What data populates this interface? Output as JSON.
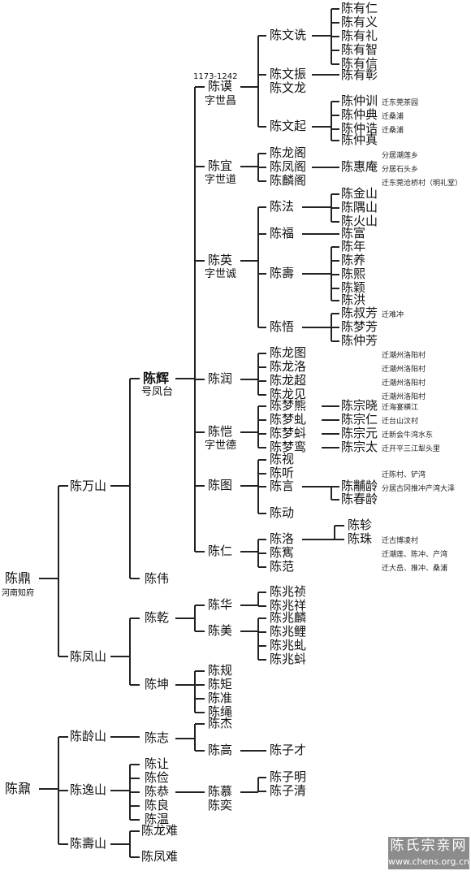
{
  "names": {
    "chen_ding": "陈鼎",
    "chen_ding_title": "河南知府",
    "chen_wanshan": "陈万山",
    "chen_fengshan": "陈凤山",
    "chen_hui": "陈辉",
    "chen_hui_hao": "号凤台",
    "chen_wei": "陈伟",
    "chen_qian": "陈乾",
    "chen_kun": "陈坤",
    "years": "1173-1242",
    "chen_mo": "陈谟",
    "chen_mo_zi": "字世昌",
    "chen_yi": "陈宜",
    "chen_yi_zi": "字世道",
    "chen_ying": "陈英",
    "chen_ying_zi": "字世诚",
    "chen_run": "陈润",
    "chen_kai": "陈恺",
    "chen_kai_zi": "字世德",
    "chen_tu": "陈图",
    "chen_ren": "陈仁",
    "wen_shen": "陈文诜",
    "wen_zhen": "陈文振",
    "wen_long": "陈文龙",
    "wen_qi": "陈文起",
    "you_ren": "陈有仁",
    "you_yi": "陈有义",
    "you_li": "陈有礼",
    "you_zhi": "陈有智",
    "you_xin": "陈有信",
    "you_zhang": "陈有彰",
    "zhong_xun": "陈仲训",
    "zhong_dian": "陈仲典",
    "zhong_gao": "陈仲诰",
    "zhong_zhen": "陈仲真",
    "long_ge": "陈龙阁",
    "feng_ge": "陈凤阁",
    "lin_ge": "陈麟阁",
    "hui_an": "陈惠庵",
    "fa": "陈法",
    "fu": "陈福",
    "shou": "陈壽",
    "wu": "陈悟",
    "jinshan": "陈金山",
    "yushan": "陈隅山",
    "huoshan": "陈火山",
    "fu2": "陈富",
    "nian": "陈年",
    "yang": "陈养",
    "xi": "陈熙",
    "ying2": "陈颖",
    "hong": "陈洪",
    "shufang": "陈叔芳",
    "mengfang": "陈梦芳",
    "zhongfang": "陈仲芳",
    "longtu": "陈龙图",
    "longluo": "陈龙洛",
    "longchao": "陈龙超",
    "longjian": "陈龙见",
    "mengneng": "陈梦熊",
    "mengqiu": "陈梦虬",
    "mengdou": "陈梦蚪",
    "mengluan": "陈梦鸾",
    "zongxiao": "陈宗晓",
    "zongren": "陈宗仁",
    "zongyuan": "陈宗元",
    "zongtai": "陈宗太",
    "shi": "陈视",
    "ting": "陈听",
    "yan": "陈言",
    "dong": "陈动",
    "fuling": "陈黼龄",
    "chunling": "陈春龄",
    "luo": "陈洛",
    "ju": "陈寯",
    "fan": "陈范",
    "zhen": "陈轸",
    "zhu": "陈珠",
    "hua": "陈华",
    "mei": "陈美",
    "zhao_zhen": "陈兆祯",
    "zhao_xiang": "陈兆祥",
    "zhao_lin": "陈兆麟",
    "zhao_li": "陈兆鲤",
    "zhao_qiu": "陈兆虬",
    "zhao_dou": "陈兆蚪",
    "gui": "陈规",
    "ju2": "陈矩",
    "zhun": "陈准",
    "sheng": "陈绳",
    "chen_ding2": "陈鼐",
    "lingshan": "陈龄山",
    "yishan": "陈逸山",
    "shoushan": "陈壽山",
    "zhi": "陈志",
    "jie": "陈杰",
    "gao": "陈高",
    "zicai": "陈子才",
    "rang": "陈让",
    "jian": "陈俭",
    "gong": "陈恭",
    "liang": "陈良",
    "wen": "陈温",
    "mu": "陈慕",
    "yi2": "陈奕",
    "ziming": "陈子明",
    "ziqing": "陈子清",
    "longnan": "陈龙难",
    "fengnan": "陈凤难"
  },
  "notes": {
    "zhong_xun": "迁东莞茶园",
    "zhong_dian": "迁桑浦",
    "zhong_gao": "迁桑浦",
    "hui1": "分居潮莲乡",
    "hui2": "分居石头乡",
    "hui3": "迁东莞沧桥村（明礼堂）",
    "shufang": "迁难冲",
    "longtu": "迁潮州洛阳村",
    "longluo": "迁潮州洛阳村",
    "longchao": "迁潮州洛阳村",
    "longjian": "迁潮州洛阳村",
    "zongxiao": "迁海宴横江",
    "zongren": "迁台山汶村",
    "zongyuan": "迁新会牛湾水东",
    "zongtai": "迁开平三江犁头里",
    "yan1": "迁陈村、铲湾",
    "yan2": "分居古冈推冲产湾大泽",
    "zhu1": "迁古博凌村",
    "zhu2": "迁潮莲、陈冲、产湾",
    "zhu3": "迁大岳、推冲、桑浦"
  },
  "watermark": {
    "title": "陈氏宗亲网",
    "url": "www.chens.org.cn"
  }
}
